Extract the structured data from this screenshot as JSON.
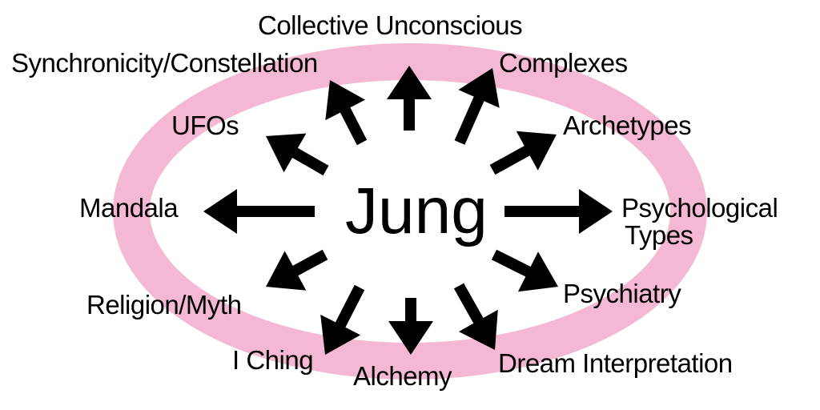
{
  "colors": {
    "ring": "#f4b8d4",
    "arrow": "#000000",
    "text": "#000000",
    "background": "#ffffff"
  },
  "center": {
    "label": "Jung"
  },
  "topics": [
    {
      "id": "collective-unconscious",
      "label": "Collective Unconscious"
    },
    {
      "id": "complexes",
      "label": "Complexes"
    },
    {
      "id": "archetypes",
      "label": "Archetypes"
    },
    {
      "id": "psychological-types",
      "line1": "Psychological",
      "line2": "Types"
    },
    {
      "id": "psychiatry",
      "label": "Psychiatry"
    },
    {
      "id": "dream-interpretation",
      "label": "Dream Interpretation"
    },
    {
      "id": "alchemy",
      "label": "Alchemy"
    },
    {
      "id": "i-ching",
      "label": "I Ching"
    },
    {
      "id": "religion-myth",
      "label": "Religion/Myth"
    },
    {
      "id": "mandala",
      "label": "Mandala"
    },
    {
      "id": "ufos",
      "label": "UFOs"
    },
    {
      "id": "synchronicity-constellation",
      "label": "Synchronicity/Constellation"
    }
  ]
}
